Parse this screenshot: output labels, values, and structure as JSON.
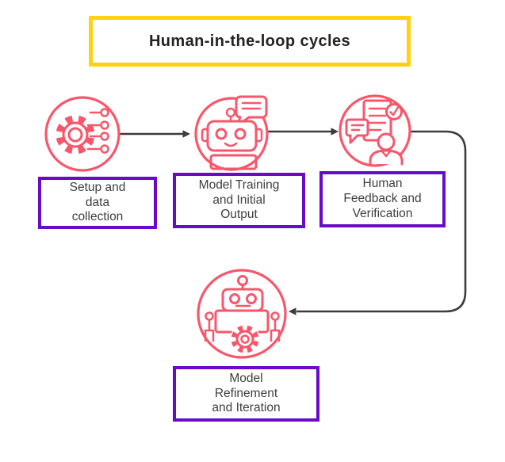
{
  "title": "Human-in-the-loop cycles",
  "colors": {
    "background": "#ffffff",
    "yellow": "#ffd10e",
    "purple": "#6a0ac9",
    "pink": "#f8566b",
    "arrow": "#3c3c3e",
    "title-text": "#232323",
    "label-text": "#3e3e3e"
  },
  "steps": [
    {
      "icon": "gear-network-icon",
      "label": "Setup and\ndata\ncollection"
    },
    {
      "icon": "chatbot-icon",
      "label": "Model Training\nand Initial\nOutput"
    },
    {
      "icon": "human-feedback-icon",
      "label": "Human\nFeedback and\nVerification"
    },
    {
      "icon": "robot-gear-icon",
      "label": "Model\nRefinement\nand Iteration"
    }
  ],
  "arrows": [
    {
      "from": "step-1",
      "to": "step-2"
    },
    {
      "from": "step-2",
      "to": "step-3"
    },
    {
      "from": "step-3",
      "to": "step-4"
    }
  ]
}
